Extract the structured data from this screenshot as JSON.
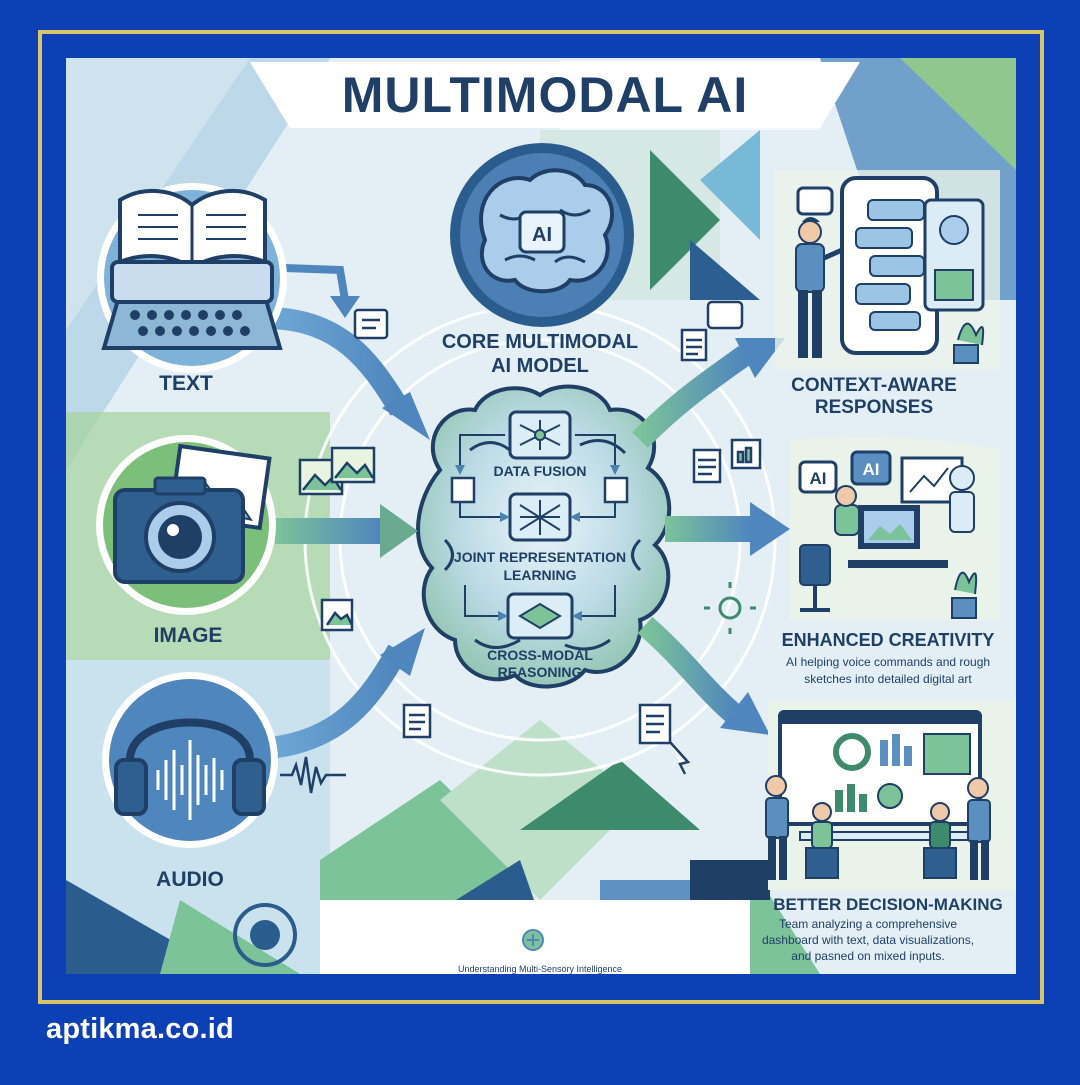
{
  "title": "MULTIMODAL AI",
  "core": {
    "title_line1": "CORE MULTIMODAL",
    "title_line2": "AI MODEL",
    "badge": "AI"
  },
  "processes": [
    {
      "label_line1": "DATA FUSION",
      "label_line2": ""
    },
    {
      "label_line1": "JOINT REPRESENTATION",
      "label_line2": "LEARNING"
    },
    {
      "label_line1": "CROSS-MODAL",
      "label_line2": "REASONING"
    }
  ],
  "inputs": [
    {
      "label": "TEXT",
      "icon": "typewriter-book-icon"
    },
    {
      "label": "IMAGE",
      "icon": "camera-icon"
    },
    {
      "label": "AUDIO",
      "icon": "headphones-icon"
    }
  ],
  "outputs": [
    {
      "title_line1": "CONTEXT-AWARE",
      "title_line2": "RESPONSES",
      "desc": []
    },
    {
      "title_line1": "ENHANCED CREATIVITY",
      "title_line2": "",
      "desc": [
        "AI helping voice commands and rough",
        "sketches into detailed digital art"
      ],
      "bubble1": "AI",
      "bubble2": "AI"
    },
    {
      "title_line1": "BETTER DECISION-MAKING",
      "title_line2": "",
      "desc": [
        "Team analyzing a comprehensive",
        "dashboard with text, data visualizations,",
        "and pasned on mixed inputs."
      ]
    }
  ],
  "footer": {
    "caption": "Understanding Multi-Sensory Intelligence"
  },
  "site": "aptikma.co.id",
  "colors": {
    "frame": "#0d40b4",
    "border": "#d8c56a",
    "navy": "#1f3f66",
    "blue": "#5b8fc0",
    "green": "#7cbf7a",
    "pale": "#e4f0f6"
  }
}
